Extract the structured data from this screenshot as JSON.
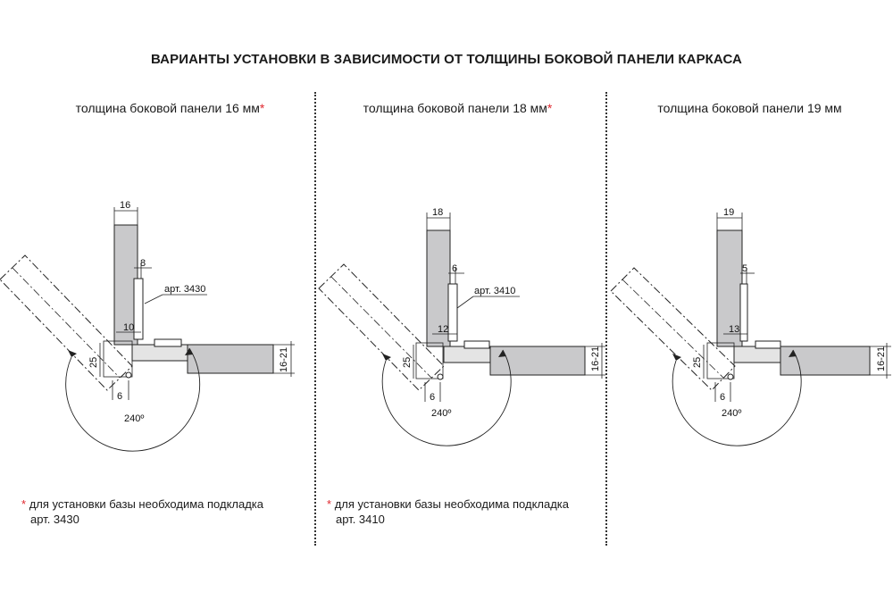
{
  "title": "ВАРИАНТЫ УСТАНОВКИ В ЗАВИСИМОСТИ ОТ ТОЛЩИНЫ БОКОВОЙ ПАНЕЛИ КАРКАСА",
  "panels": [
    {
      "subtitle": "толщина боковой панели 16 мм",
      "star": "*",
      "thickness": "16",
      "hinge_dim": "8",
      "art": "арт. 3430",
      "gap": "10",
      "dim_25": "25",
      "dim_6": "6",
      "angle": "240º",
      "door_range": "16-21",
      "note_star": "*",
      "note_line1": "для установки базы необходима подкладка",
      "note_line2": "арт. 3430"
    },
    {
      "subtitle": "толщина боковой панели 18 мм",
      "star": "*",
      "thickness": "18",
      "hinge_dim": "6",
      "art": "арт. 3410",
      "gap": "12",
      "dim_25": "25",
      "dim_6": "6",
      "angle": "240º",
      "door_range": "16-21",
      "note_star": "*",
      "note_line1": "для установки базы необходима подкладка",
      "note_line2": "арт. 3410"
    },
    {
      "subtitle": "толщина боковой панели 19 мм",
      "star": "",
      "thickness": "19",
      "hinge_dim": "5",
      "gap": "13",
      "dim_25": "25",
      "dim_6": "6",
      "angle": "240º",
      "door_range": "16-21"
    }
  ]
}
